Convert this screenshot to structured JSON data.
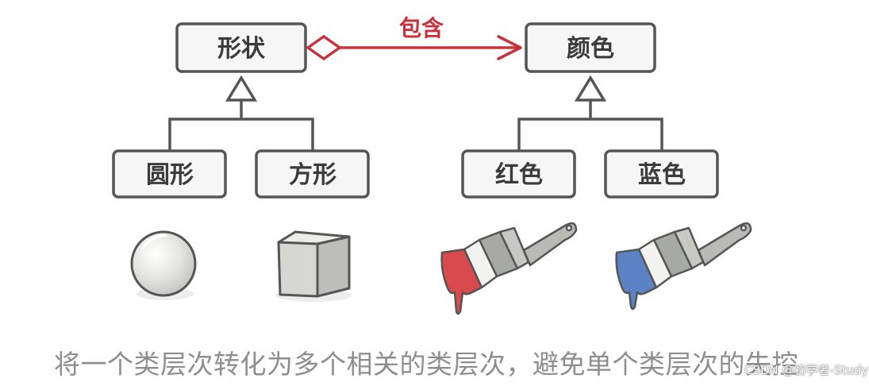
{
  "diagram": {
    "shape": {
      "label": "形状"
    },
    "color": {
      "label": "颜色"
    },
    "relation": {
      "label": "包含"
    },
    "circle": {
      "label": "圆形"
    },
    "square": {
      "label": "方形"
    },
    "red": {
      "label": "红色"
    },
    "blue": {
      "label": "蓝色"
    }
  },
  "caption": "将一个类层次转化为多个相关的类层次，避免单个类层次的失控",
  "watermark": "CSDN @初学者-Study",
  "colors": {
    "line": "#555555",
    "relation": "#c8323a",
    "red_paint": "#d94a4d",
    "blue_paint": "#5a82c4"
  }
}
